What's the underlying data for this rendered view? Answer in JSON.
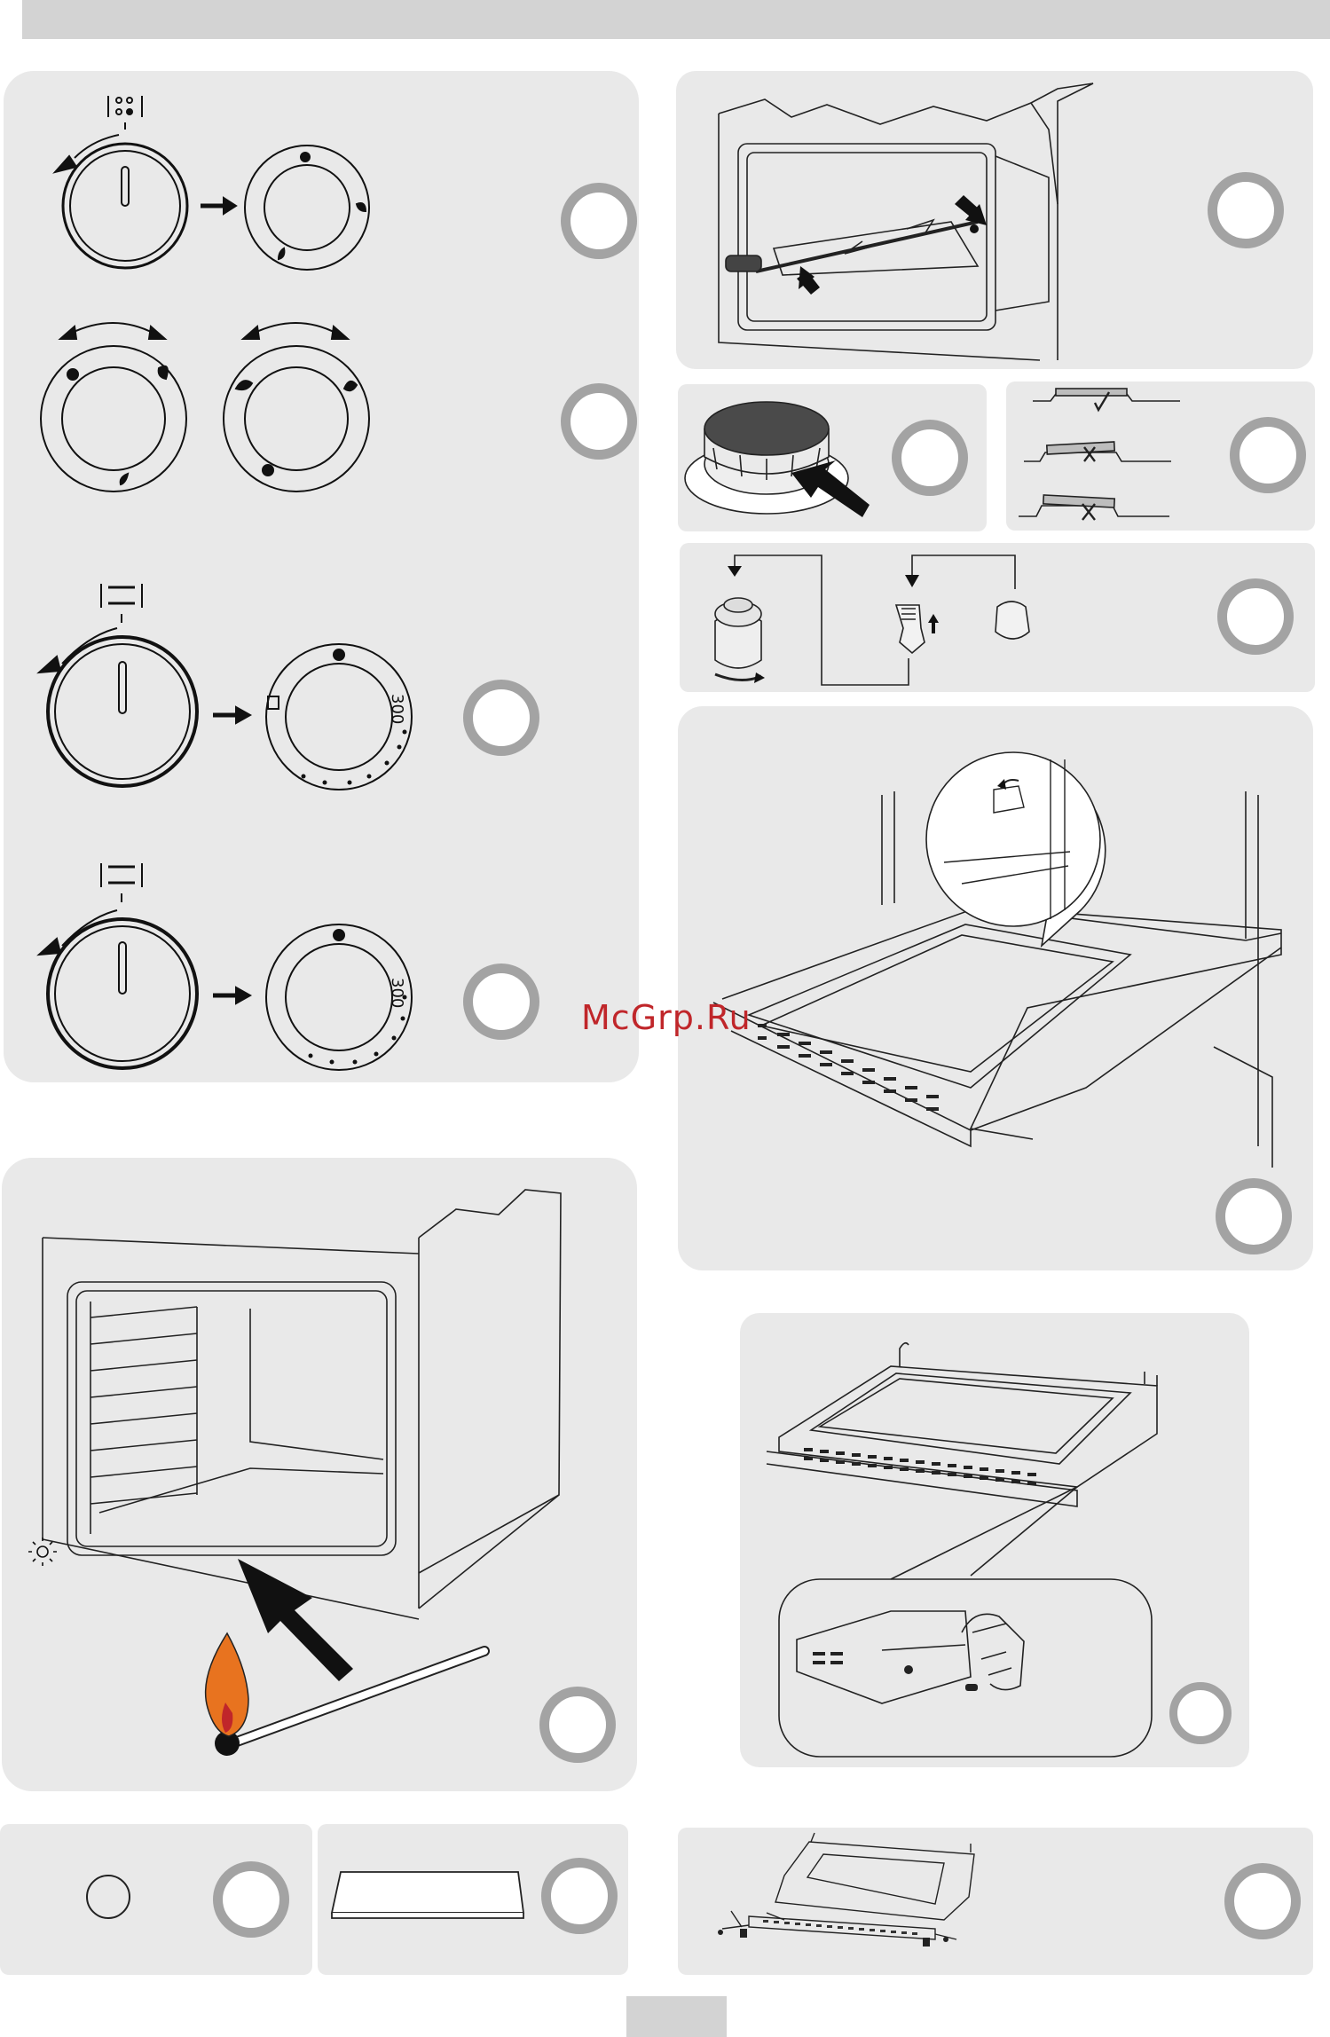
{
  "watermark": "McGrp.Ru",
  "dials": {
    "temp_label_1": "300",
    "temp_label_2": "300"
  },
  "colors": {
    "panel_bg": "#e9e9e9",
    "ring": "#a3a3a3",
    "header_bar": "#d3d3d3",
    "watermark": "#c0262a",
    "flame_outer": "#e8731f",
    "flame_inner": "#c0262a"
  },
  "icons": {
    "burner_symbol": "burner-selector-icon",
    "oven_symbol": "oven-selector-icon",
    "light_symbol": "oven-light-icon",
    "match": "lit-match-icon"
  }
}
